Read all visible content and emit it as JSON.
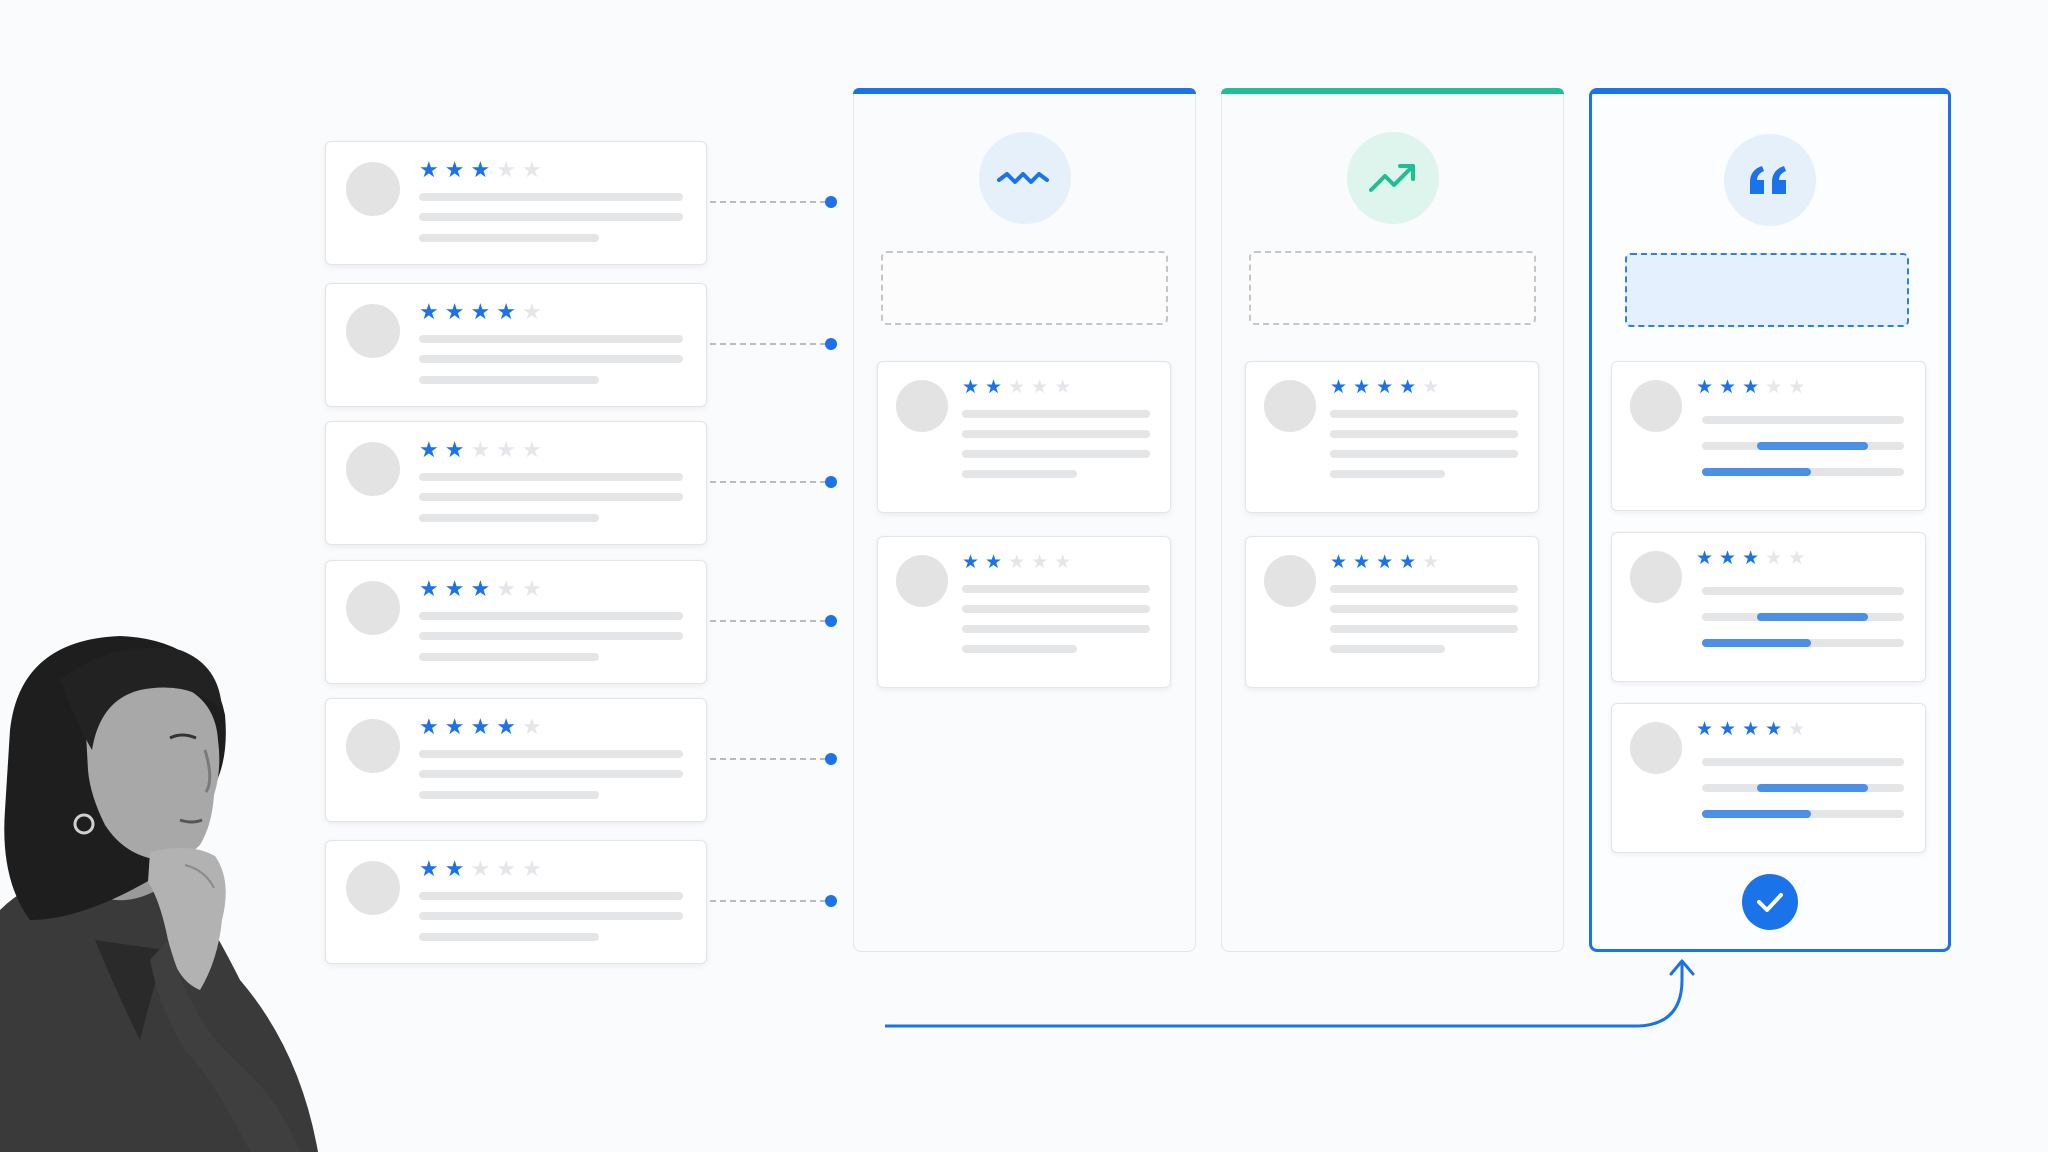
{
  "colors": {
    "accent_blue": "#1a73e8",
    "accent_green": "#1fbf95",
    "card_border": "#e2e4e8",
    "placeholder_line": "#e4e5e7",
    "star_off": "#e4e6ea"
  },
  "reviews": [
    {
      "rating": 3,
      "max": 5
    },
    {
      "rating": 4,
      "max": 5
    },
    {
      "rating": 2,
      "max": 5
    },
    {
      "rating": 3,
      "max": 5
    },
    {
      "rating": 4,
      "max": 5
    },
    {
      "rating": 2,
      "max": 5
    }
  ],
  "columns": [
    {
      "icon": "waveform-icon",
      "accent": "#1a73e8",
      "slot_state": "empty",
      "cards": [
        {
          "rating": 2
        },
        {
          "rating": 2
        }
      ]
    },
    {
      "icon": "trending-up-icon",
      "accent": "#1fbf95",
      "slot_state": "empty",
      "cards": [
        {
          "rating": 4
        },
        {
          "rating": 4
        }
      ]
    },
    {
      "icon": "quote-icon",
      "accent": "#1a73e8",
      "slot_state": "filled",
      "selected": true,
      "cards": [
        {
          "rating": 3,
          "bar_progress": 0.55
        },
        {
          "rating": 3,
          "bar_progress": 0.55
        },
        {
          "rating": 4,
          "bar_progress": 0.55
        }
      ],
      "status_icon": "checkmark-icon"
    }
  ],
  "arrow": {
    "icon": "arrow-up-icon",
    "target": "quote-column"
  }
}
